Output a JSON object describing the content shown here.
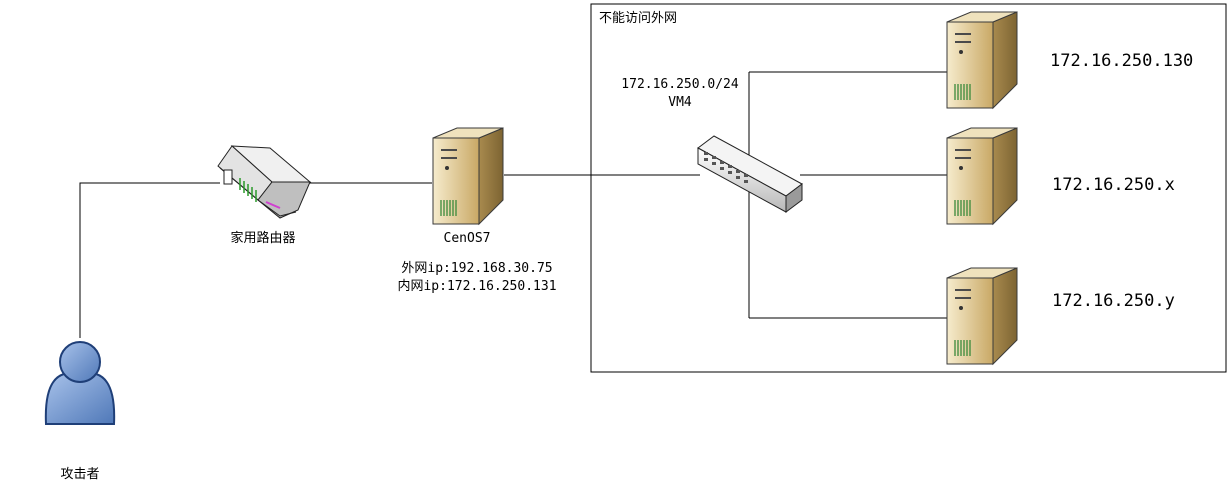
{
  "zone": {
    "title": "不能访问外网",
    "title_color": "#ff2020"
  },
  "attacker": {
    "label": "攻击者",
    "icon": "person-icon"
  },
  "router": {
    "label": "家用路由器",
    "icon": "router-icon"
  },
  "centos": {
    "label": "CenOS7",
    "outer_ip": "外网ip:192.168.30.75",
    "inner_ip": "内网ip:172.16.250.131",
    "icon": "server-icon"
  },
  "switch": {
    "subnet": "172.16.250.0/24",
    "vm": "VM4",
    "icon": "switch-icon"
  },
  "servers": [
    {
      "ip": "172.16.250.130",
      "icon": "server-icon"
    },
    {
      "ip": "172.16.250.x",
      "icon": "server-icon"
    },
    {
      "ip": "172.16.250.y",
      "icon": "server-icon"
    }
  ],
  "colors": {
    "line": "#000000",
    "server_body": "#d9c08a",
    "person": "#6f95cc",
    "router_body": "#d8d8d8"
  }
}
